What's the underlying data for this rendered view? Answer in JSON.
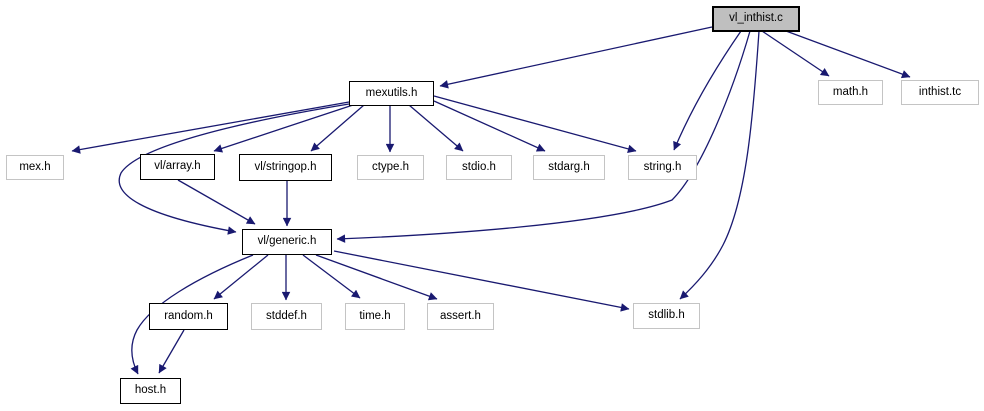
{
  "diagram": {
    "kind": "include-dependency-graph",
    "root_label": "vl_inthist.c",
    "edge_color": "#191970",
    "root_fill": "#bfbfbf",
    "node_fill": "#ffffff",
    "documented_border": "#000000",
    "external_border": "#c4c4c4",
    "nodes": [
      {
        "label": "vl_inthist.c",
        "type": "root"
      },
      {
        "label": "mexutils.h",
        "type": "documented"
      },
      {
        "label": "math.h",
        "type": "external"
      },
      {
        "label": "inthist.tc",
        "type": "external"
      },
      {
        "label": "mex.h",
        "type": "external"
      },
      {
        "label": "vl/array.h",
        "type": "documented"
      },
      {
        "label": "vl/stringop.h",
        "type": "documented"
      },
      {
        "label": "ctype.h",
        "type": "external"
      },
      {
        "label": "stdio.h",
        "type": "external"
      },
      {
        "label": "stdarg.h",
        "type": "external"
      },
      {
        "label": "string.h",
        "type": "external"
      },
      {
        "label": "vl/generic.h",
        "type": "documented"
      },
      {
        "label": "random.h",
        "type": "documented"
      },
      {
        "label": "stddef.h",
        "type": "external"
      },
      {
        "label": "time.h",
        "type": "external"
      },
      {
        "label": "assert.h",
        "type": "external"
      },
      {
        "label": "stdlib.h",
        "type": "external"
      },
      {
        "label": "host.h",
        "type": "documented"
      }
    ],
    "edges": [
      {
        "from": "vl_inthist.c",
        "to": "mexutils.h"
      },
      {
        "from": "vl_inthist.c",
        "to": "math.h"
      },
      {
        "from": "vl_inthist.c",
        "to": "inthist.tc"
      },
      {
        "from": "vl_inthist.c",
        "to": "string.h"
      },
      {
        "from": "vl_inthist.c",
        "to": "vl/generic.h"
      },
      {
        "from": "vl_inthist.c",
        "to": "stdlib.h"
      },
      {
        "from": "mexutils.h",
        "to": "mex.h"
      },
      {
        "from": "mexutils.h",
        "to": "vl/array.h"
      },
      {
        "from": "mexutils.h",
        "to": "vl/stringop.h"
      },
      {
        "from": "mexutils.h",
        "to": "ctype.h"
      },
      {
        "from": "mexutils.h",
        "to": "stdio.h"
      },
      {
        "from": "mexutils.h",
        "to": "stdarg.h"
      },
      {
        "from": "mexutils.h",
        "to": "string.h"
      },
      {
        "from": "mexutils.h",
        "to": "vl/generic.h"
      },
      {
        "from": "vl/array.h",
        "to": "vl/generic.h"
      },
      {
        "from": "vl/stringop.h",
        "to": "vl/generic.h"
      },
      {
        "from": "vl/generic.h",
        "to": "random.h"
      },
      {
        "from": "vl/generic.h",
        "to": "stddef.h"
      },
      {
        "from": "vl/generic.h",
        "to": "time.h"
      },
      {
        "from": "vl/generic.h",
        "to": "assert.h"
      },
      {
        "from": "vl/generic.h",
        "to": "stdlib.h"
      },
      {
        "from": "vl/generic.h",
        "to": "host.h"
      },
      {
        "from": "random.h",
        "to": "host.h"
      }
    ]
  }
}
